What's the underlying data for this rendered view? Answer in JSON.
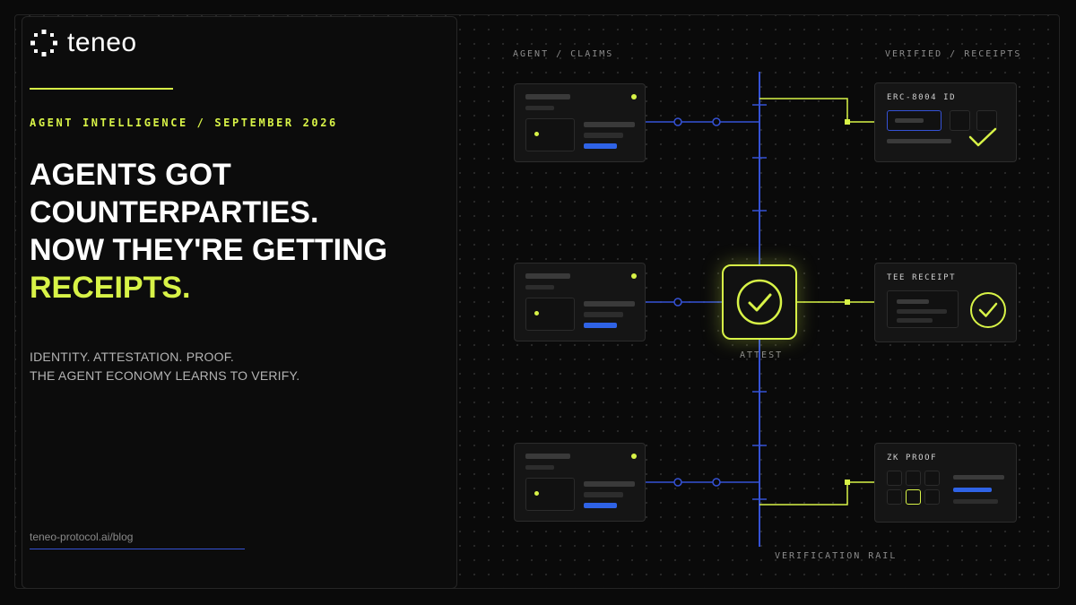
{
  "brand": {
    "name": "teneo",
    "icon": "teneo-logo-icon"
  },
  "eyebrow": "AGENT INTELLIGENCE / SEPTEMBER 2026",
  "headline": {
    "line1": "AGENTS GOT",
    "line2": "COUNTERPARTIES.",
    "line3": "NOW THEY'RE GETTING",
    "line4": "RECEIPTS."
  },
  "subhead": {
    "line1": "IDENTITY. ATTESTATION. PROOF.",
    "line2": "THE AGENT ECONOMY LEARNS TO VERIFY."
  },
  "footer": {
    "url": "teneo-protocol.ai/blog"
  },
  "diagram": {
    "left_label": "AGENT / CLAIMS",
    "right_label": "VERIFIED / RECEIPTS",
    "center_label": "ATTEST",
    "rail_label": "VERIFICATION RAIL",
    "receipts": [
      {
        "title": "ERC-8004 ID",
        "icon": "check-icon"
      },
      {
        "title": "TEE RECEIPT",
        "icon": "check-circle-icon"
      },
      {
        "title": "ZK PROOF",
        "icon": "grid-icon"
      }
    ]
  },
  "colors": {
    "accent": "#d8f347",
    "blue": "#2f63e6",
    "background": "#0a0a0a"
  }
}
